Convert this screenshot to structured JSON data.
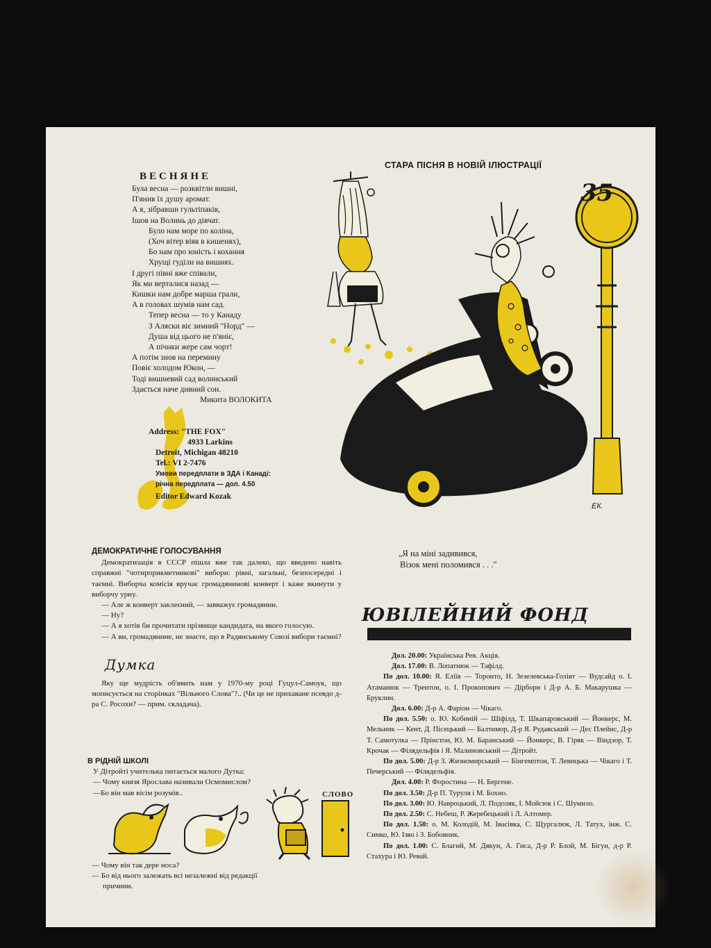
{
  "poem": {
    "title": "ВЕСНЯНЕ",
    "lines": [
      "Була весна — розквітли вишні,",
      "П'янив їх душу аромат.",
      "А я, зібравши гультіпаків,",
      "Ішов на Волинь до дівчат.",
      "Було нам море по коліна,",
      "(Хоч вітер віяв в кишенях),",
      "Бо нам про юність і кохання",
      "Хрущі гуділи на вишнях.",
      "І другі півні вже співали,",
      "Як ми верталися назад —",
      "Кишки нам добре марша грали,",
      "А в головах шумів нам сад.",
      "Тепер весна — то у Канаду",
      "З Аляски віє зимний \"Норд\" —",
      "Душа від цього не п'яніє,",
      "А пічнки жере сам чорт!",
      "А потім знов на перемину",
      "Повіє холодом Юкон, —",
      "Тоді вишневий сад волинський",
      "Здається наче дивний сон."
    ],
    "author": "Микита ВОЛОКИТА"
  },
  "address": {
    "label": "Address: \"THE FOX\"",
    "street": "4933 Larkins",
    "city": "Detroit, Michigan 48210",
    "tel": "Tel.: VI 2-7476",
    "terms": "Умови передплати в ЗДА і Канаді:",
    "subscription": "річна передплата — дол. 4.50",
    "editor": "Editor Edward Kozak"
  },
  "demo": {
    "heading": "ДЕМОКРАТИЧНЕ ГОЛОСУВАННЯ",
    "paragraphs": [
      "Демократизація в СССР пішла вже так далеко, що введено навіть справжні \"чотирприкметникові\" вибори: рівні, загальні, безпосередні і таємні. Виборча комісія вручає громадянинові конверт і каже вкинути у виборчу урну.",
      "— Але ж конверт заклеєний, — завважує громадянин.",
      "— Ну?",
      "— А я хотів би прочитати прізвище кандидата, на якого голосую.",
      "— А ви, громадянине, не знаєте, що в Радянському Союзі вибори таємні?"
    ]
  },
  "dumka": {
    "logo": "Думка",
    "paragraph": "Яку ще мудрість об'явить нам у 1970-му році Гуцул-Самоук, що мописується на сторінках \"Вільного Слова\"?.. (Чи це не прихаване псевдо д-ра С. Росохи? — прим. складача)."
  },
  "school": {
    "heading": "В РІДНІЙ ШКОЛІ",
    "lines": [
      "У Дітройті учителька питається малого Дутка:",
      "— Чому князя Ярослава називали Осмомислом?",
      "—Бо він мав вісім розумів.."
    ],
    "sign_text": "СЛОВО",
    "bottom": [
      "— Чому він так дере носа?",
      "— Бо від нього залежать всі незалежні від редакції",
      "причини."
    ]
  },
  "illustration": {
    "title": "СТАРА ПІСНЯ В НОВІЙ ІЛЮСТРАЦІЇ",
    "sign_number": "35",
    "signature": "ЕК.",
    "caption_line1": "„Я на міні задивився,",
    "caption_line2": "Візок мені поломився . . .\""
  },
  "jubilee": {
    "logo": "ЮВІЛЕЙНИЙ ФОНД",
    "entries": [
      {
        "amount": "Дол. 20.00:",
        "text": "Українська Рев. Акція."
      },
      {
        "amount": "Дол. 17.00:",
        "text": "В. Лопатнюк — Тафілд."
      },
      {
        "amount": "По дол. 10.00:",
        "text": "Я. Еліїв — Торонто, Н. Зезелевська-Голіят — Вудсайд о. І. Атаманюк — Трентон, о. І. Прокопович — Дірборн і Д-р А. Б. Макарушка — Бруклин."
      },
      {
        "amount": "Дол. 6.00:",
        "text": "Д-р А. Фаріон — Чікаго."
      },
      {
        "amount": "По дол. 5.50:",
        "text": "о. Ю. Кобиній — Шіфілд, Т. Шкапаровський — Йонкерс, М. Мельник — Кент, Д. Пісецький — Балтимор, Д-р Я. Рудавський — Дес Плейнс, Д-р Т. Самотулка — Прінстон, Ю. М. Баранський — Йонкерс, В. Гіряк — Віндзор, Т. Крочак — Філядельфія і Я. Малиновський — Дітройт."
      },
      {
        "amount": "По дол. 5.00:",
        "text": "Д-р З. Жизномирський — Бінгемптон, Т. Левицька — Чікаго і Т. Печерський — Філядельфія."
      },
      {
        "amount": "Дол. 4.00:",
        "text": "Р. Форостина — Н. Бергене."
      },
      {
        "amount": "По дол. 3.50:",
        "text": "Д-р П. Туруля і М. Бохно."
      },
      {
        "amount": "По дол. 3.00:",
        "text": "Ю. Навроцький, Л. Подоляк, І. Мойсюк і С. Шумило."
      },
      {
        "amount": "По дол. 2.50:",
        "text": "С. Небеш, Р. Жеребецький і Л. Алтомер."
      },
      {
        "amount": "По дол. 1.50:",
        "text": "о. М. Колодій, М. Івасівка, С. Щургалюк, Л. Татух, інж. С. Симко, Ю. Ізво і З. Бобовник."
      },
      {
        "amount": "По дол. 1.00:",
        "text": "С. Благий, М. Дякун, А. Гиса, Д-р Р. Блой, М. Бігун, д-р Р. Стахура і Ю. Ревай."
      }
    ]
  }
}
